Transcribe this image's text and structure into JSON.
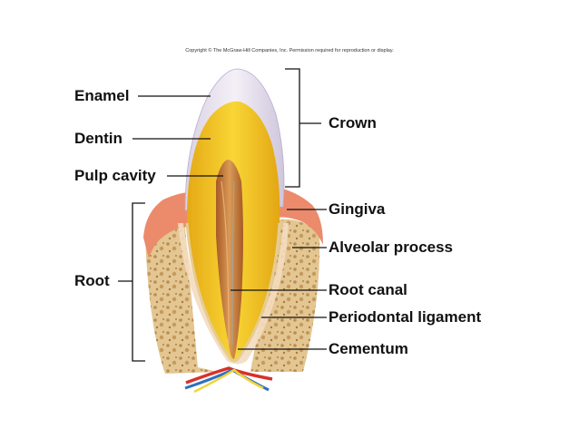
{
  "copyright": "Copyright © The McGraw-Hill Companies, Inc. Permission required for reproduction or display.",
  "labels": {
    "enamel": "Enamel",
    "dentin": "Dentin",
    "pulp_cavity": "Pulp cavity",
    "root": "Root",
    "crown": "Crown",
    "gingiva": "Gingiva",
    "alveolar_process": "Alveolar process",
    "root_canal": "Root canal",
    "periodontal_ligament": "Periodontal ligament",
    "cementum": "Cementum"
  },
  "colors": {
    "enamel": "#ece6f1",
    "dentin": "#f0c31e",
    "pulp": "#c8793a",
    "gingiva": "#ec8a6c",
    "bone": "#e2c48e",
    "artery": "#d9302a",
    "vein": "#2f6fc2",
    "nerve": "#f2d33a"
  }
}
